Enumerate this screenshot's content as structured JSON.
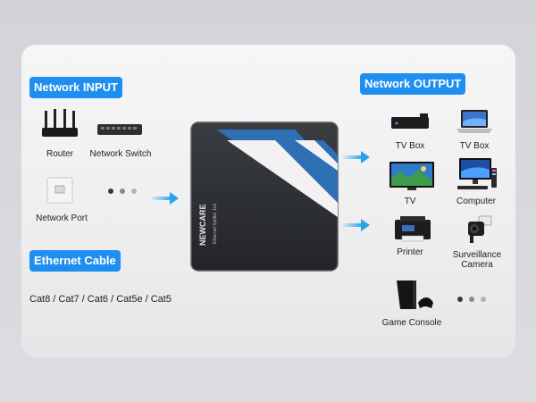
{
  "input": {
    "title": "Network INPUT",
    "devices": [
      {
        "label": "Router",
        "icon": "router-icon"
      },
      {
        "label": "Network Switch",
        "icon": "network-switch-icon"
      },
      {
        "label": "Network Port",
        "icon": "network-port-icon"
      }
    ]
  },
  "cable": {
    "title": "Ethernet Cable",
    "types": "Cat8 / Cat7 / Cat6 / Cat5e / Cat5"
  },
  "product": {
    "brand": "NEWCARE",
    "model": "Ethernet Splitter 1x2"
  },
  "output": {
    "title": "Network OUTPUT",
    "devices": [
      {
        "label": "TV Box",
        "icon": "tv-box-icon"
      },
      {
        "label": "TV Box",
        "icon": "laptop-icon"
      },
      {
        "label": "TV",
        "icon": "tv-icon"
      },
      {
        "label": "Computer",
        "icon": "computer-icon"
      },
      {
        "label": "Printer",
        "icon": "printer-icon"
      },
      {
        "label": "Surveillance Camera",
        "icon": "surveillance-camera-icon"
      },
      {
        "label": "Game Console",
        "icon": "game-console-icon"
      }
    ]
  },
  "colors": {
    "accent": "#1e8ff0",
    "arrow": "#2aa3ec",
    "device_dark": "#2a2d31",
    "stripe_blue": "#2f6fb4"
  }
}
